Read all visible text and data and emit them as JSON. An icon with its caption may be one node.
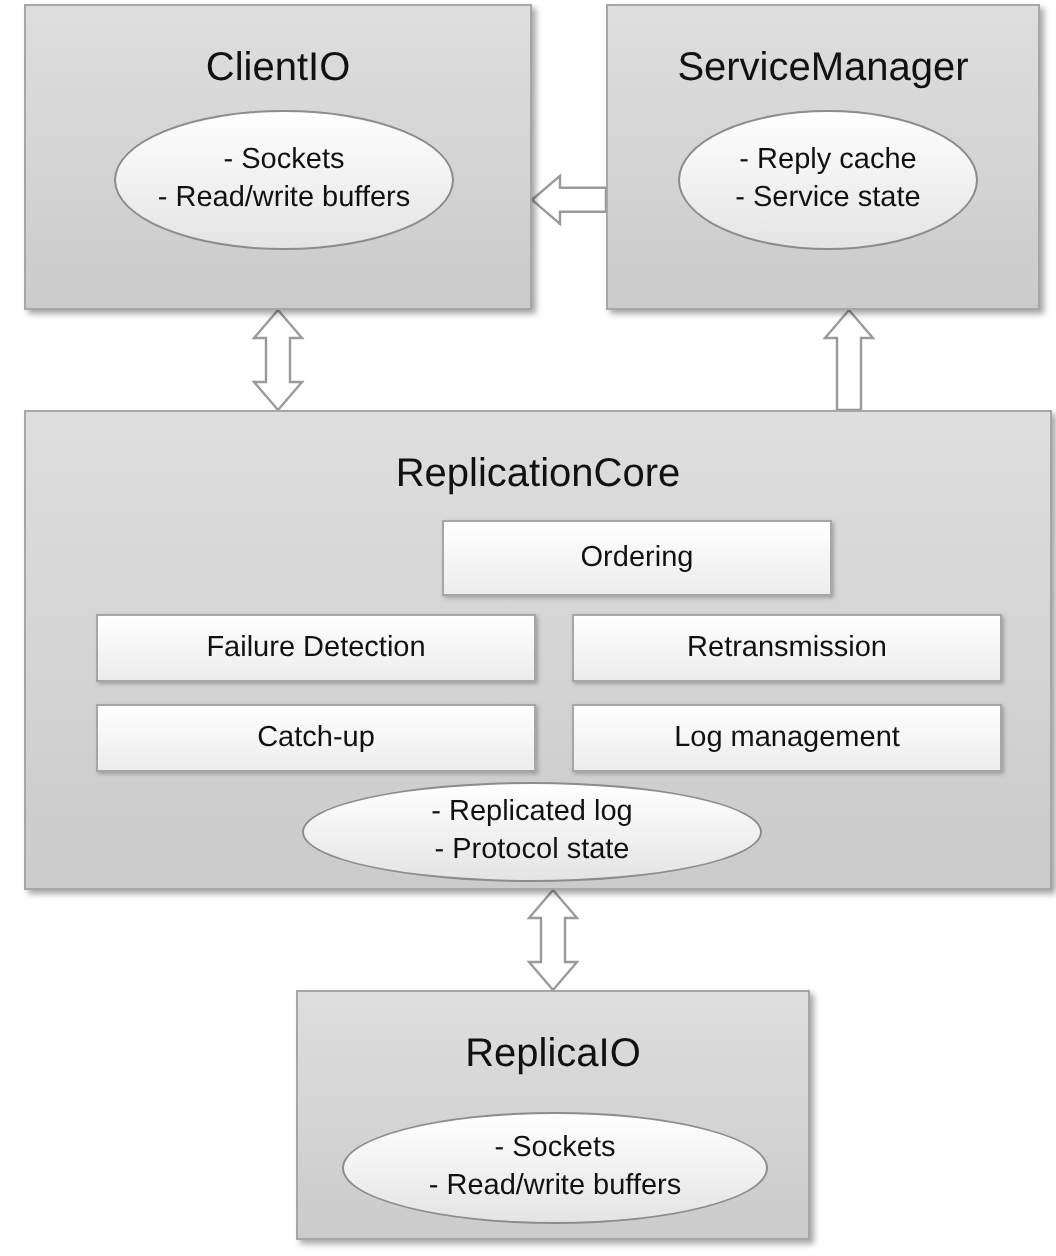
{
  "diagram": {
    "nodes": [
      {
        "text": [
          "ClientIO"
        ]
      },
      {
        "text": [
          "- Sockets",
          "- Read/write buffers"
        ],
        "in": 0
      },
      {
        "text": [
          "ServiceManager"
        ]
      },
      {
        "text": [
          "- Reply cache",
          "- Service state"
        ],
        "in": 2
      },
      {
        "text": [
          "ReplicationCore"
        ]
      },
      {
        "text": [
          "Ordering"
        ],
        "in": 4
      },
      {
        "text": [
          "Failure Detection"
        ],
        "in": 4
      },
      {
        "text": [
          "Retransmission"
        ],
        "in": 4
      },
      {
        "text": [
          "Catch-up"
        ],
        "in": 4
      },
      {
        "text": [
          "Log management"
        ],
        "in": 4
      },
      {
        "text": [
          "- Replicated log",
          "- Protocol state"
        ],
        "in": 4
      },
      {
        "text": [
          "ReplicaIO"
        ]
      },
      {
        "text": [
          "- Sockets",
          "- Read/write buffers"
        ],
        "in": 11
      }
    ],
    "edges": [
      {
        "from": 2,
        "to": 0,
        "arrow": "to"
      },
      {
        "from": 0,
        "to": 4,
        "arrow": "both"
      },
      {
        "from": 4,
        "to": 2,
        "arrow": "to"
      },
      {
        "from": 4,
        "to": 11,
        "arrow": "both"
      }
    ]
  }
}
